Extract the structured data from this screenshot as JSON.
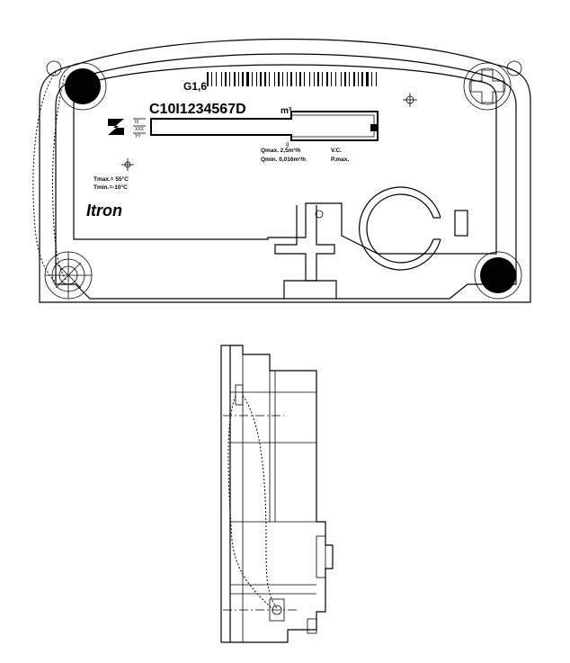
{
  "front_view": {
    "nominal_size": "G1,6",
    "serial_number": "C10I1234567D",
    "volume_unit": "m³",
    "decimal_marker": "g",
    "qmax": "Qmax. 2,5m³/h",
    "qmin": "Qmin. 0,016m³/h",
    "vc_label": "V.C.",
    "pmax_label": "P.max.",
    "tmax": "Tmax.= 55°C",
    "tmin": "Tmin.=-10°C",
    "class_marks": [
      "III",
      "XXX",
      "YY"
    ],
    "brand": "Itron"
  },
  "colors": {
    "line": "#000000",
    "background": "#ffffff"
  }
}
